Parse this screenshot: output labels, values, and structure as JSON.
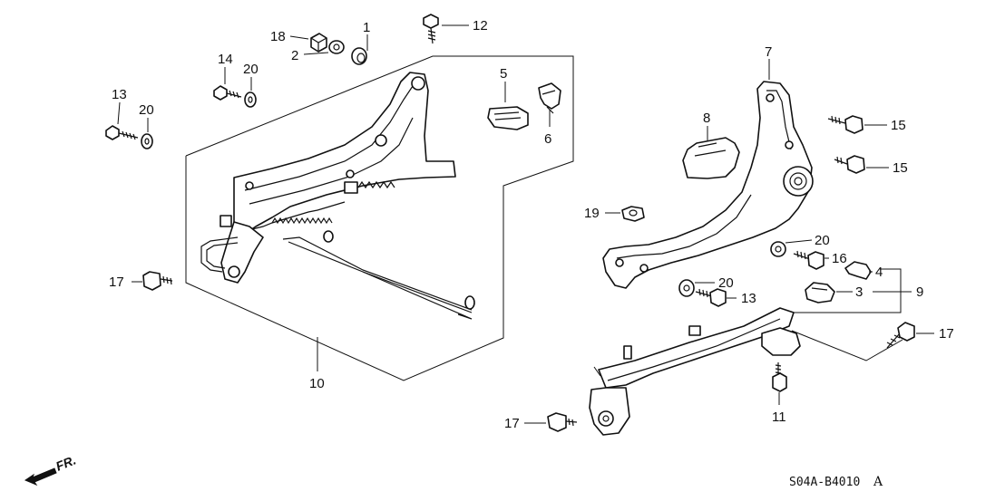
{
  "diagram": {
    "title": "Front seat adjuster parts diagram",
    "callouts": [
      "1",
      "2",
      "3",
      "4",
      "5",
      "6",
      "7",
      "8",
      "9",
      "10",
      "11",
      "12",
      "13",
      "13",
      "14",
      "15",
      "15",
      "16",
      "17",
      "17",
      "17",
      "18",
      "19",
      "20",
      "20",
      "20",
      "20"
    ],
    "direction_label": "FR.",
    "drawing_code": "S04A-B4010",
    "drawing_suffix": "A"
  }
}
